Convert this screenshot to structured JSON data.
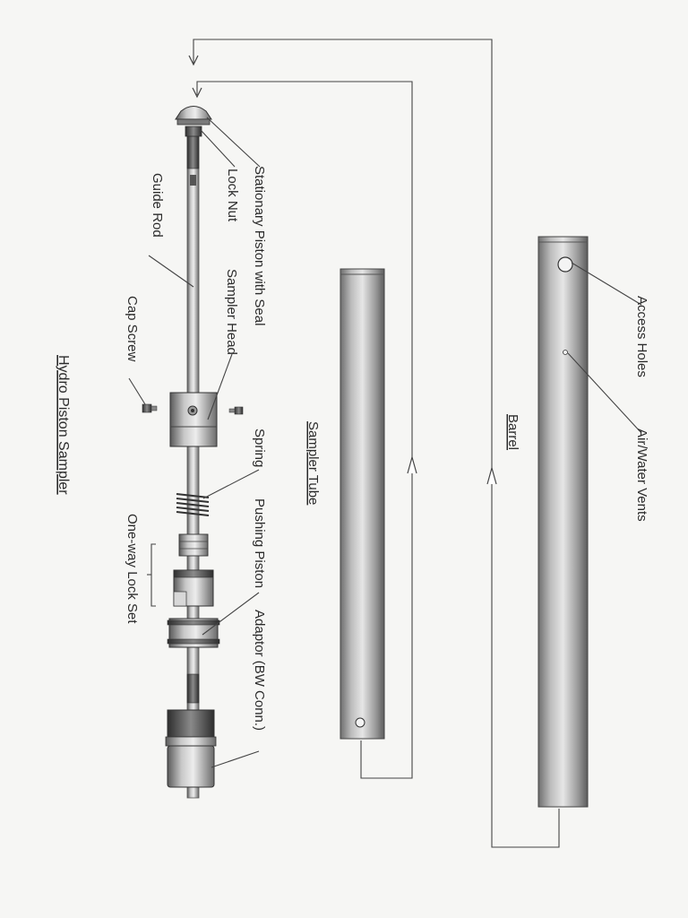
{
  "title": "Hydro Piston Sampler",
  "labels": {
    "stationary_piston": "Stationary Piston with Seal",
    "lock_nut": "Lock Nut",
    "guide_rod": "Guide Rod",
    "sampler_head": "Sampler Head",
    "cap_screw": "Cap Screw",
    "spring": "Spring",
    "pushing_piston": "Pushing Piston",
    "one_way_lock_set": "One-way Lock Set",
    "adaptor": "Adaptor (BW Conn.)",
    "sampler_tube": "Sampler Tube",
    "barrel": "Barrel",
    "access_holes": "Access Holes",
    "air_water_vents": "Air/Water Vents"
  }
}
